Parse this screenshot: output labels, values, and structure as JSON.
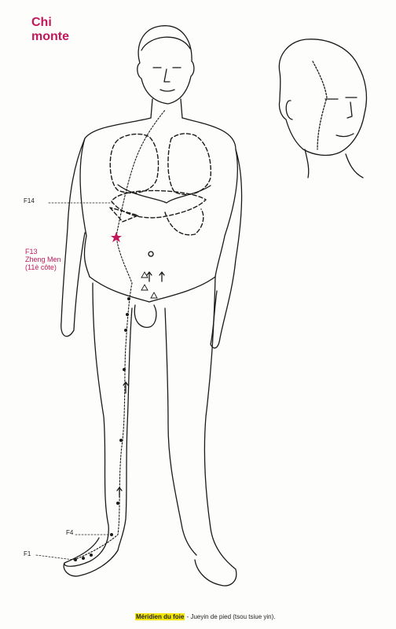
{
  "title": {
    "line1": "Chi",
    "line2": "monte"
  },
  "labels": {
    "f14": "F14",
    "f13_code": "F13",
    "f13_name": "Zheng Men",
    "f13_note": "(11è côte)",
    "f4": "F4",
    "f1": "F1"
  },
  "caption": {
    "highlight": "Méridien du foie",
    "rest": " - Jueyin de pied (tsou tsiue yin)."
  },
  "colors": {
    "accent": "#c2185b",
    "highlight": "#f5e600",
    "line": "#1a1a1a"
  }
}
